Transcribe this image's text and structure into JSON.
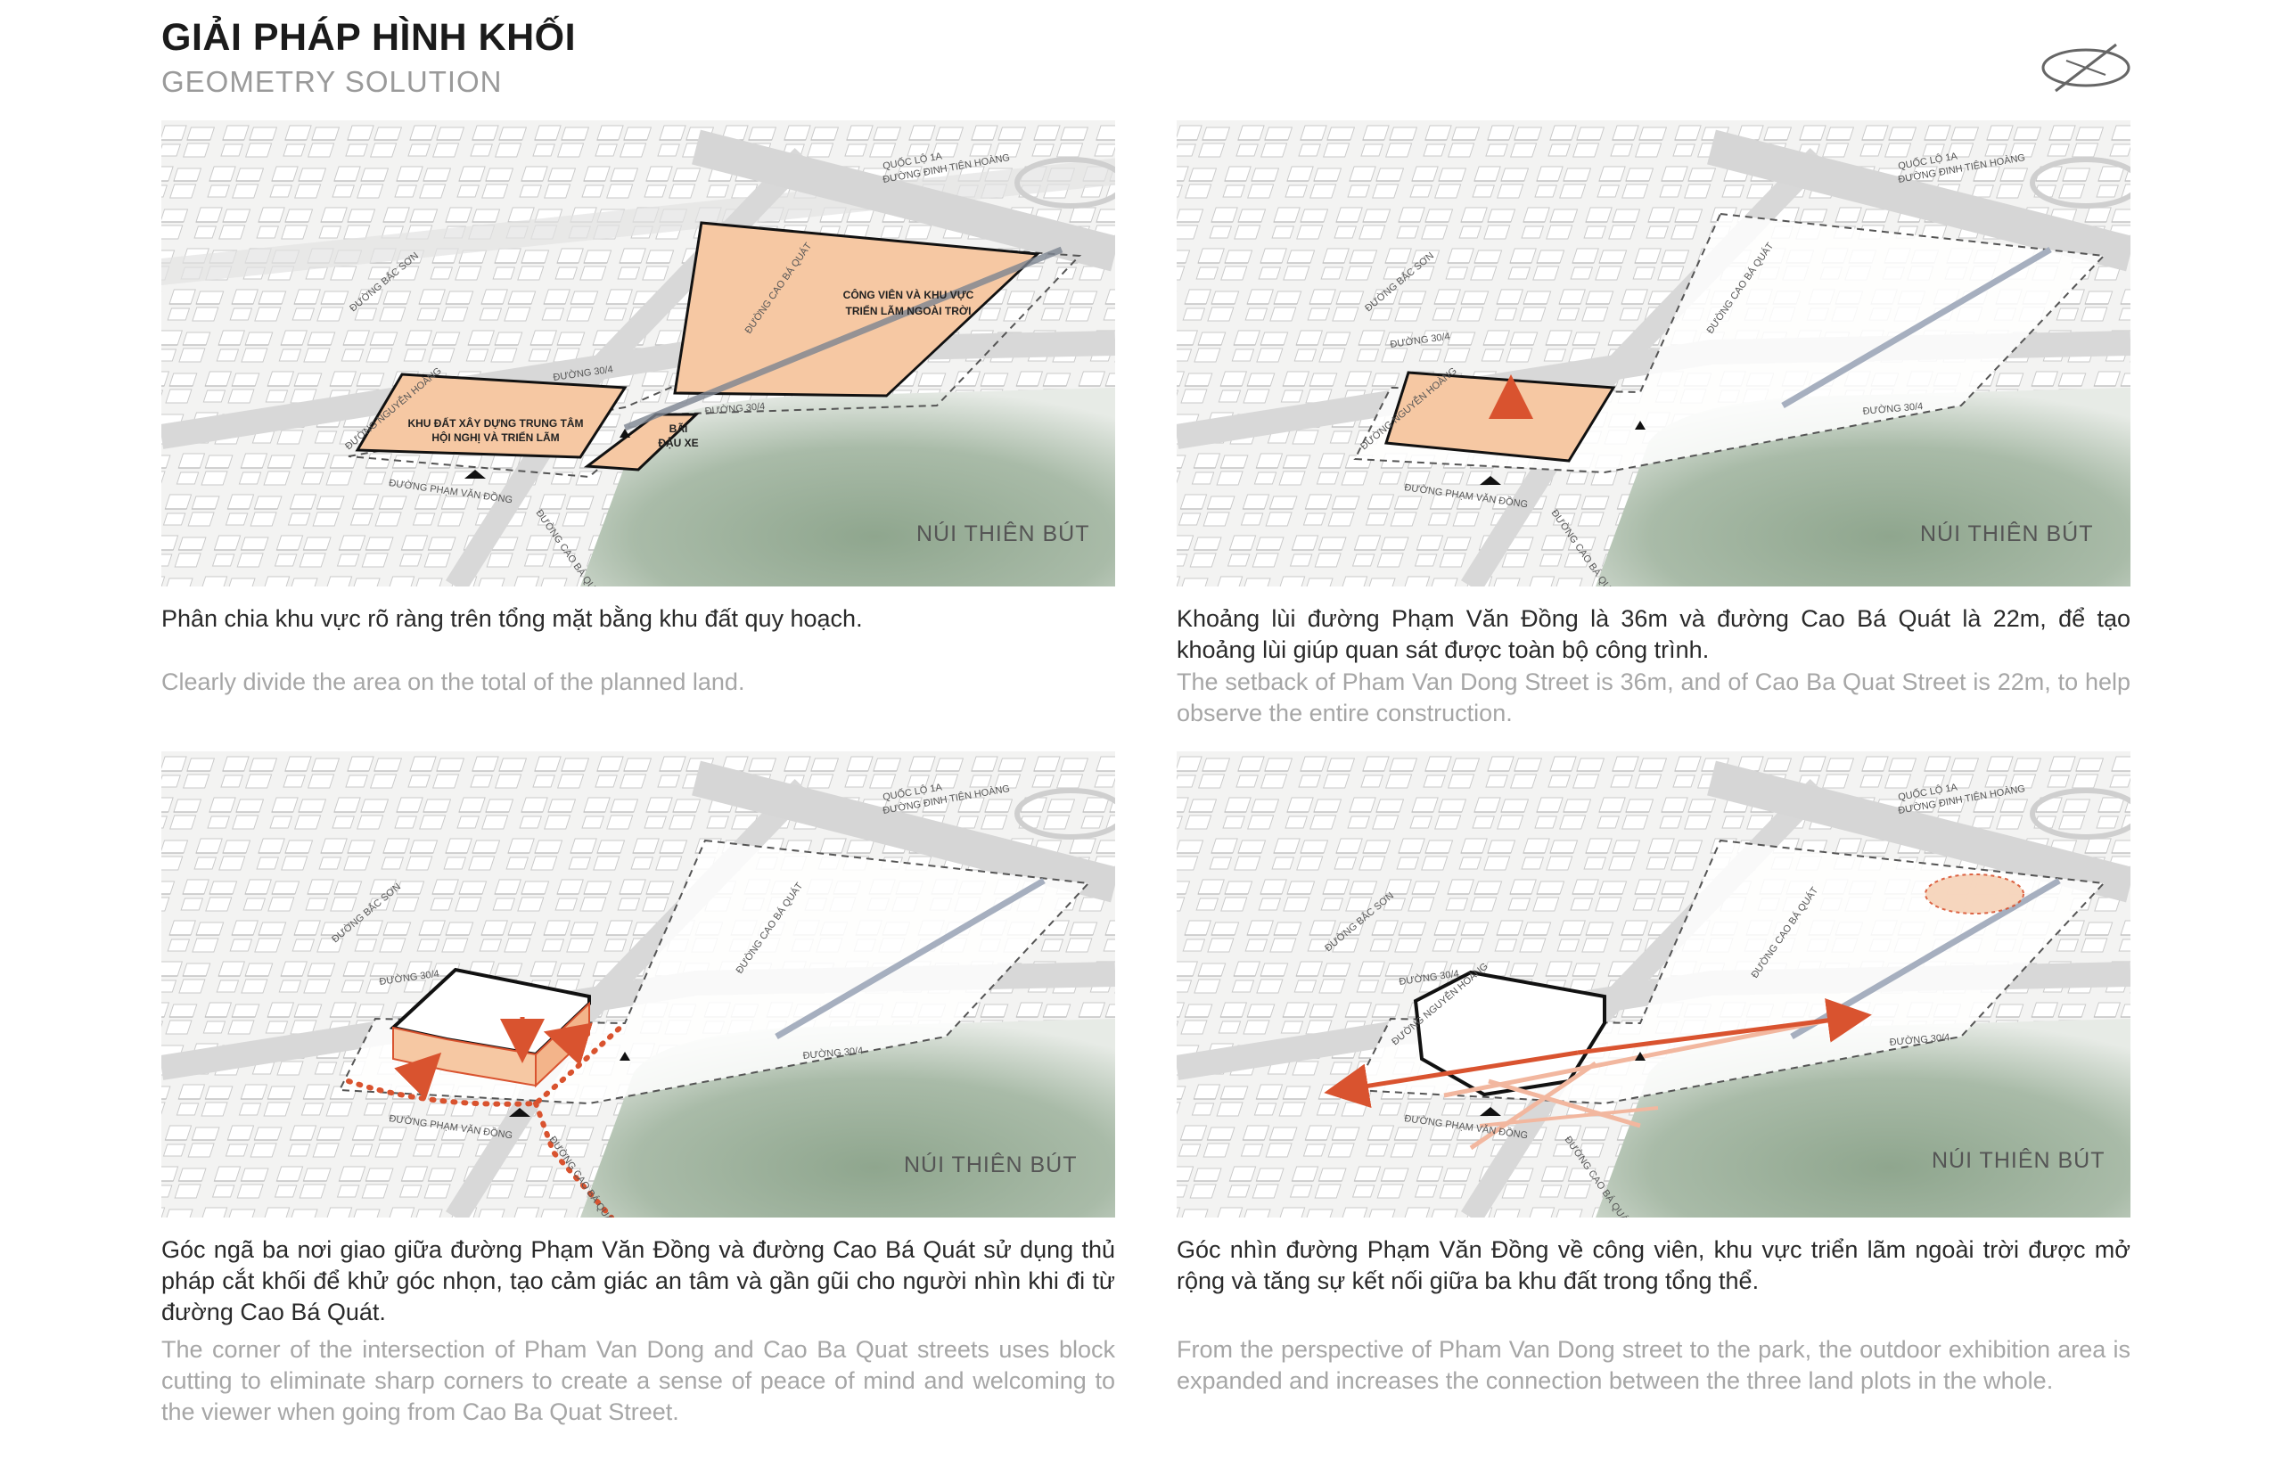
{
  "header": {
    "title": "GIẢI PHÁP HÌNH KHỐI",
    "subtitle": "GEOMETRY SOLUTION"
  },
  "icons": {
    "compass": "compass-icon"
  },
  "colors": {
    "zone_fill": "#f6c8a3",
    "zone_stroke": "#111111",
    "accent_red": "#d9532f",
    "mountain": "#9db29b",
    "axis_line": "#a6afbf"
  },
  "streets": {
    "ql1a": "QUỐC LỘ 1A",
    "dinh_tien_hoang": "ĐƯỜNG ĐINH TIÊN HOÀNG",
    "bac_son": "ĐƯỜNG BẮC SƠN",
    "nguyen_hoang": "ĐƯỜNG NGUYỄN HOÀNG",
    "d30_4": "ĐƯỜNG 30/4",
    "cao_ba_quat": "ĐƯỜNG CAO BÁ QUÁT",
    "pham_van_dong": "ĐƯỜNG PHẠM VĂN ĐỒNG"
  },
  "mountain_label": "NÚI THIÊN BÚT",
  "panels": [
    {
      "zones": {
        "park": [
          "CÔNG VIÊN VÀ KHU VỰC",
          "TRIỂN LÃM NGOÀI TRỜI"
        ],
        "center": [
          "KHU ĐẤT XÂY DỰNG TRUNG TÂM",
          "HỘI NGHỊ VÀ TRIỂN LÃM"
        ],
        "parking": [
          "BÃI",
          "ĐẬU XE"
        ]
      },
      "caption_vi": "Phân chia khu vực rõ ràng trên tổng mặt bằng khu đất quy hoạch.",
      "caption_en": "Clearly divide the area on the total of the planned land."
    },
    {
      "caption_vi": "Khoảng lùi đường Phạm Văn Đồng là 36m và đường Cao Bá Quát là 22m, để tạo khoảng lùi giúp quan sát được toàn bộ công trình.",
      "caption_en": "The setback of Pham Van Dong Street is 36m, and of Cao Ba Quat Street is 22m, to help observe the entire construction."
    },
    {
      "caption_vi": "Góc ngã ba nơi giao giữa đường Phạm Văn Đồng và đường Cao Bá Quát sử dụng thủ pháp cắt khối để khử góc nhọn, tạo cảm giác an tâm và gần gũi cho người nhìn khi đi từ đường Cao Bá Quát.",
      "caption_en": "The corner of the intersection of Pham Van Dong and Cao Ba Quat streets uses block cutting to eliminate sharp corners to create a sense of peace of mind and welcoming to the viewer when going from Cao Ba Quat Street."
    },
    {
      "caption_vi": "Góc nhìn đường Phạm Văn Đồng về công viên, khu vực triển lãm ngoài trời được mở rộng và tăng sự kết nối giữa ba khu đất trong tổng thể.",
      "caption_en": "From the perspective of Pham Van Dong street to the park, the outdoor exhibition area is expanded and increases the connection between the three land plots in the whole."
    }
  ]
}
